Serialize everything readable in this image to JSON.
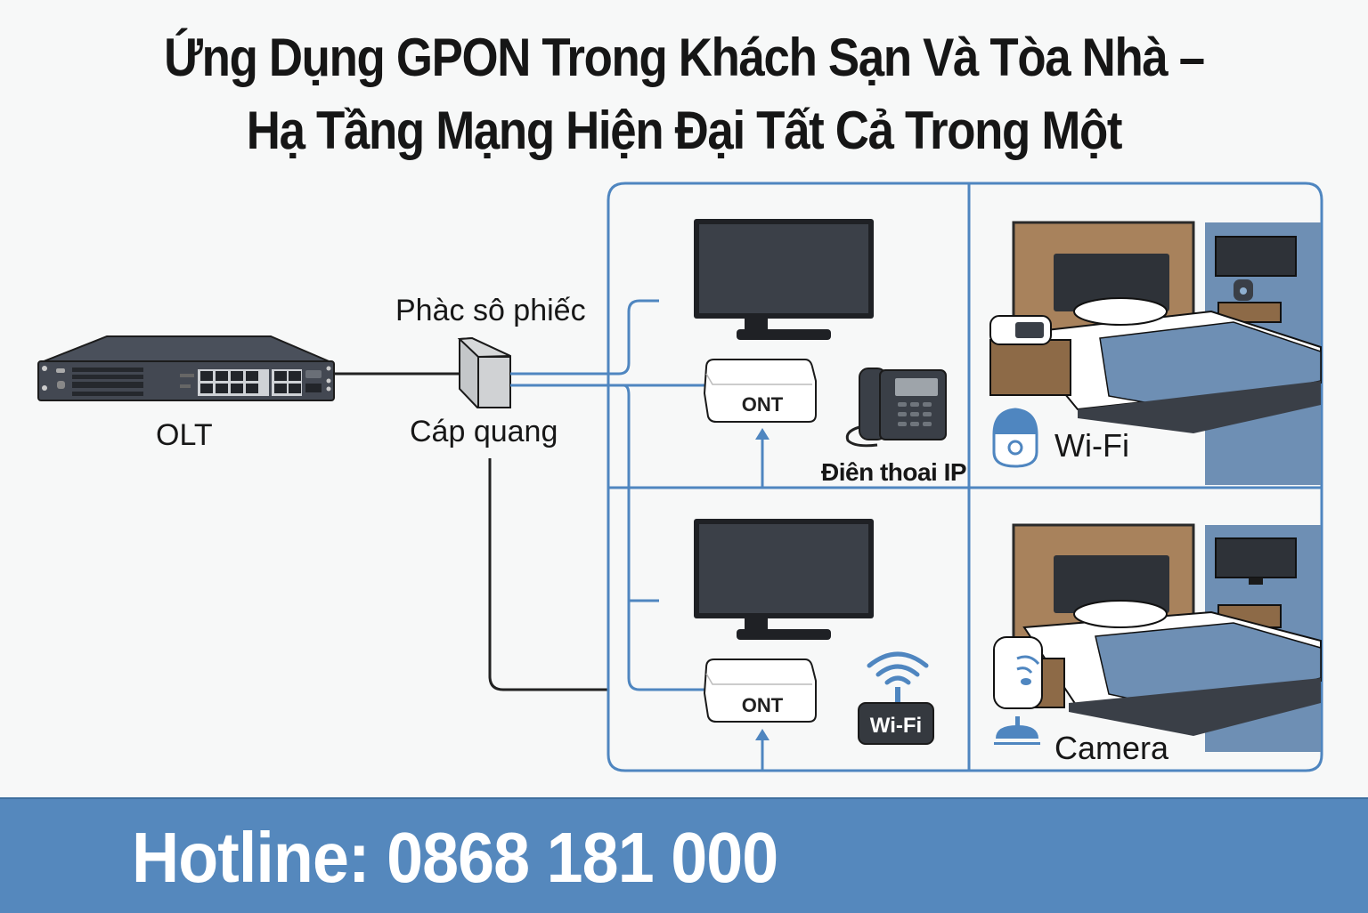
{
  "title": {
    "line1": "Ứng Dụng GPON Trong Khách Sạn Và Tòa Nhà –",
    "line2": "Hạ Tầng Mạng Hiện Đại Tất Cả Trong Một"
  },
  "diagram": {
    "olt": {
      "label": "OLT",
      "icon": "olt-switch-icon"
    },
    "splitter": {
      "label_top": "Phàc sô phiếc",
      "label_bottom": "Cáp quang",
      "icon": "splitter-box-icon"
    },
    "room_top_left": {
      "devices": [
        "TV",
        "ONT",
        "IP phone"
      ],
      "ont_label": "ONT",
      "phone_label": "Điên thoai IP"
    },
    "room_top_right": {
      "caption": "Wi-Fi",
      "icon": "wifi-access-point-icon",
      "scene": "hotel-bedroom"
    },
    "room_bottom_left": {
      "devices": [
        "TV",
        "ONT",
        "Wi-Fi router"
      ],
      "ont_label": "ONT",
      "wifi_badge": "Wi-Fi"
    },
    "room_bottom_right": {
      "caption": "Camera",
      "icon": "ceiling-camera-icon",
      "scene": "hotel-bedroom"
    }
  },
  "colors": {
    "line_blue": "#4f86c0",
    "footer_blue": "#5588bd",
    "device_dark": "#3a3f47",
    "headboard_brown": "#a8825c",
    "bed_blue": "#6e8fb4"
  },
  "footer": {
    "hotline": "Hotline: 0868 181 000"
  }
}
